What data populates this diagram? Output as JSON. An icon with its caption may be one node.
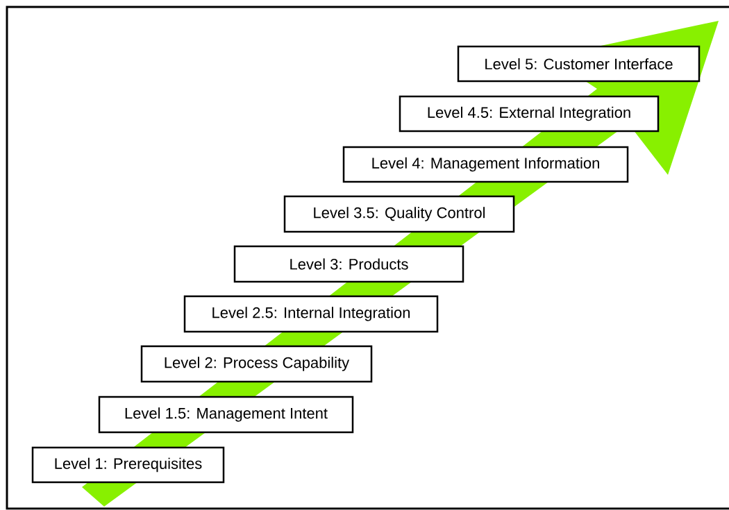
{
  "diagram": {
    "nodes": [
      {
        "text": [
          "Level 5: Customer Interface"
        ]
      },
      {
        "text": [
          "Level 4.5: External Integration"
        ]
      },
      {
        "text": [
          "Level 4: Management Information"
        ]
      },
      {
        "text": [
          "Level 3.5: Quality Control"
        ]
      },
      {
        "text": [
          "Level 3: Products"
        ]
      },
      {
        "text": [
          "Level 2.5: Internal Integration"
        ]
      },
      {
        "text": [
          "Level 2: Process Capability"
        ]
      },
      {
        "text": [
          "Level 1.5: Management Intent"
        ]
      },
      {
        "text": [
          "Level 1: Prerequisites"
        ]
      }
    ]
  }
}
